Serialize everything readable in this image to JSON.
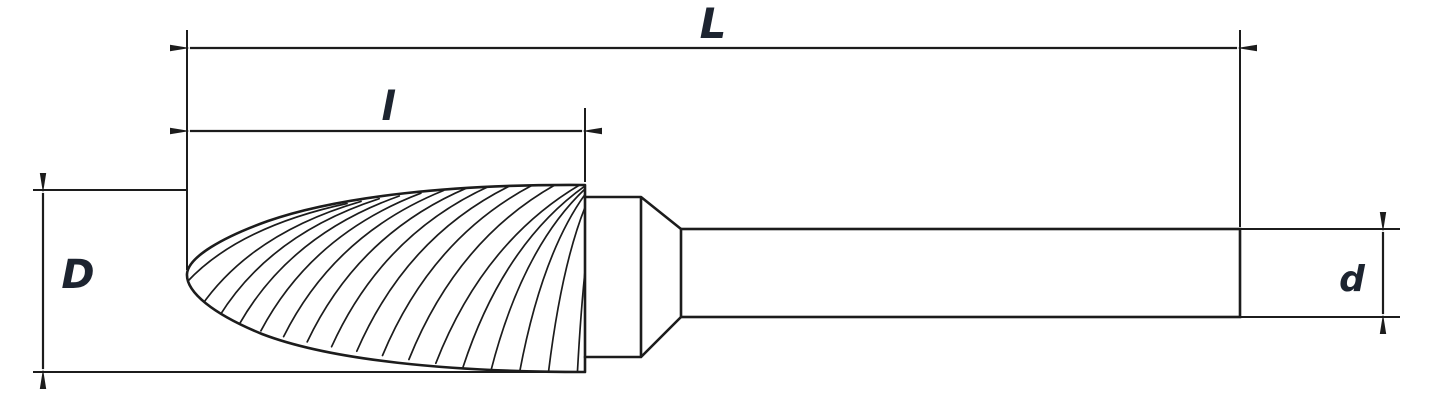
{
  "drawing": {
    "labels": {
      "total_length": "L",
      "cut_length": "l",
      "head_diameter": "D",
      "shank_diameter": "d"
    },
    "flute_count": 17,
    "colors": {
      "line": "#1c1c1c",
      "label": "#1d2430",
      "background": "#ffffff"
    }
  }
}
